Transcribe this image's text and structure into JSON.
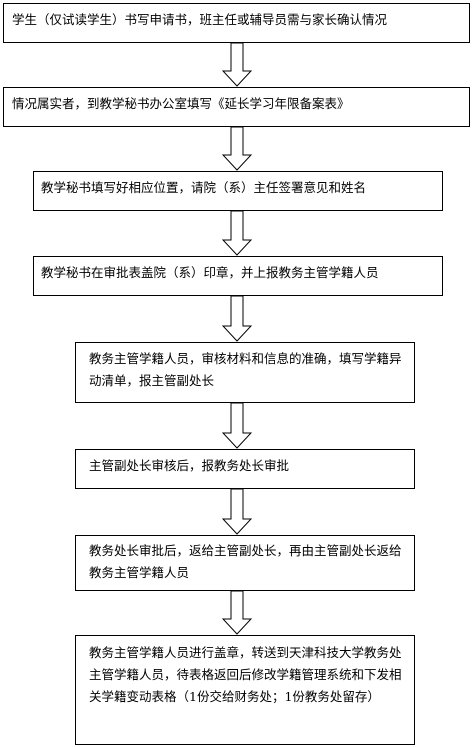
{
  "flow": {
    "steps": [
      "学生（仅试读学生）书写申请书，班主任或辅导员需与家长确认情况",
      "情况属实者，到教学秘书办公室填写《延长学习年限备案表》",
      "教学秘书填写好相应位置，请院（系）主任签署意见和姓名",
      "教学秘书在审批表盖院（系）印章，并上报教务主管学籍人员",
      "教务主管学籍人员，审核材料和信息的准确，填写学籍异动清单，报主管副处长",
      "主管副处长审核后，报教务处长审批",
      "教务处长审批后，返给主管副处长，再由主管副处长返给教务主管学籍人员",
      "教务主管学籍人员进行盖章，转送到天津科技大学教务处主管学籍人员，待表格返回后修改学籍管理系统和下发相关学籍变动表格（1份交给财务处；1份教务处留存）"
    ]
  }
}
